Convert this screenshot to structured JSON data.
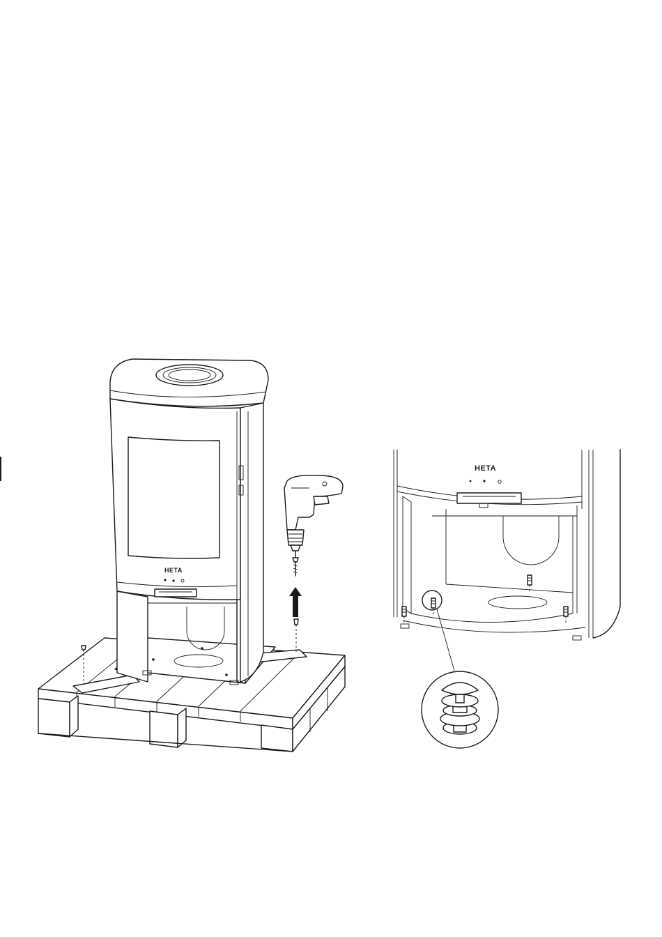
{
  "brand_label": "HETA",
  "colors": {
    "line": "#1a1a1a",
    "background": "#ffffff"
  },
  "icons": [
    "stove-illustration",
    "pallet-illustration",
    "drill-icon",
    "screw-icon",
    "arrow-up-icon",
    "adjustable-foot-icon",
    "magnifier-callout-icon"
  ]
}
